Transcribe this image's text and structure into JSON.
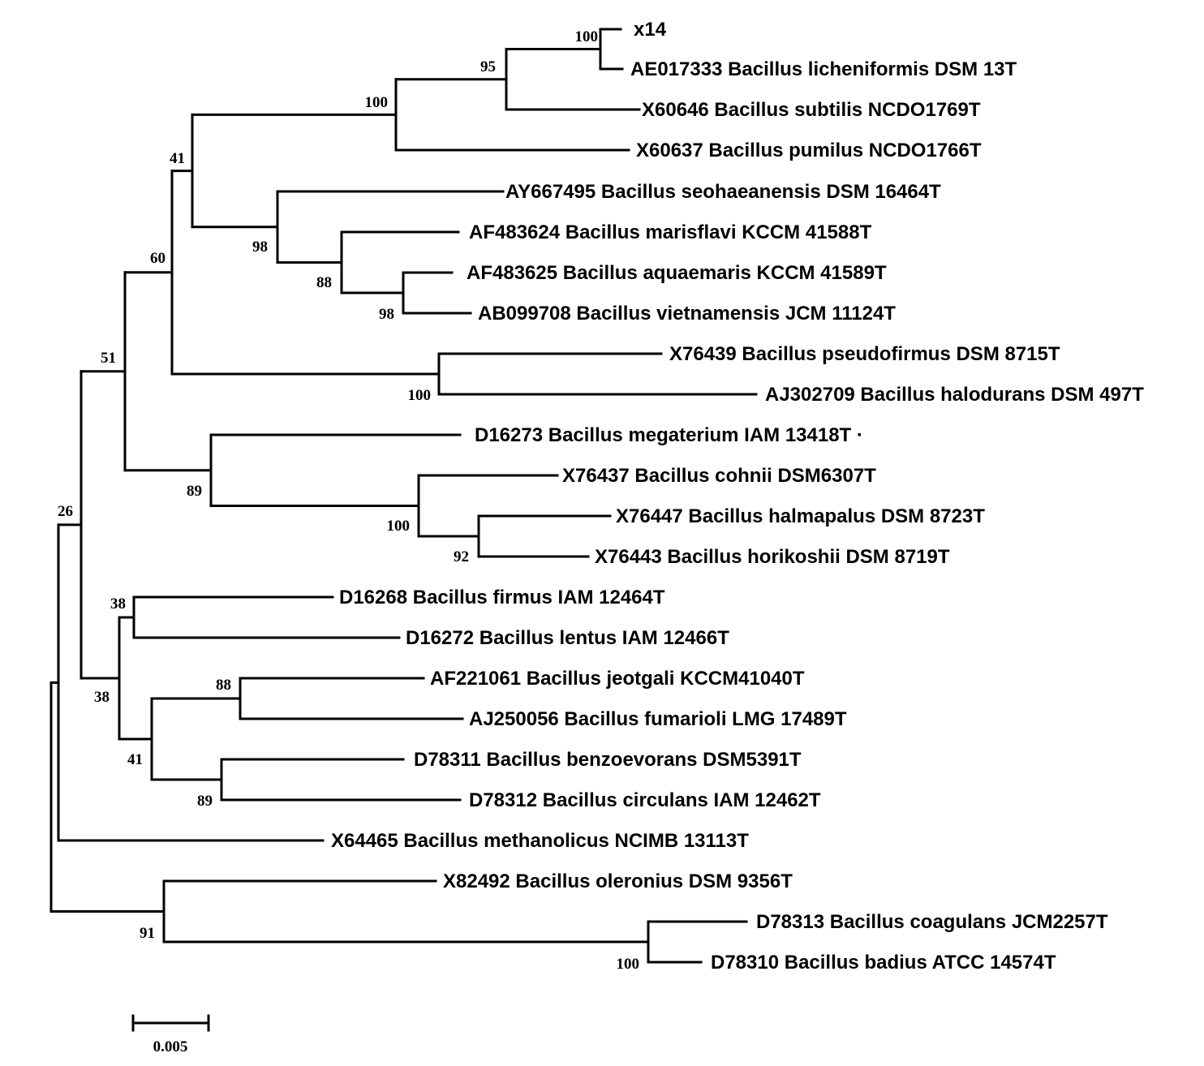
{
  "tree": {
    "leaves": [
      {
        "id": "t1",
        "label": "x14"
      },
      {
        "id": "t2",
        "label": "AE017333 Bacillus licheniformis DSM 13T"
      },
      {
        "id": "t3",
        "label": "X60646 Bacillus subtilis NCDO1769T"
      },
      {
        "id": "t4",
        "label": "X60637 Bacillus pumilus NCDO1766T"
      },
      {
        "id": "t5",
        "label": "AY667495 Bacillus seohaeanensis DSM 16464T"
      },
      {
        "id": "t6",
        "label": "AF483624 Bacillus marisflavi KCCM 41588T"
      },
      {
        "id": "t7",
        "label": "AF483625 Bacillus aquaemaris KCCM 41589T"
      },
      {
        "id": "t8",
        "label": "AB099708  Bacillus vietnamensis JCM 11124T"
      },
      {
        "id": "t9",
        "label": "X76439 Bacillus pseudofirmus DSM 8715T"
      },
      {
        "id": "t10",
        "label": "AJ302709 Bacillus halodurans DSM 497T"
      },
      {
        "id": "t11",
        "label": "D16273 Bacillus megaterium IAM 13418T ·"
      },
      {
        "id": "t12",
        "label": "X76437 Bacillus cohnii DSM6307T"
      },
      {
        "id": "t13",
        "label": "X76447 Bacillus halmapalus DSM 8723T"
      },
      {
        "id": "t14",
        "label": "X76443 Bacillus horikoshii DSM 8719T"
      },
      {
        "id": "t15",
        "label": "D16268 Bacillus firmus IAM 12464T"
      },
      {
        "id": "t16",
        "label": "D16272 Bacillus lentus IAM 12466T"
      },
      {
        "id": "t17",
        "label": "AF221061 Bacillus jeotgali KCCM41040T"
      },
      {
        "id": "t18",
        "label": "AJ250056 Bacillus fumarioli LMG 17489T"
      },
      {
        "id": "t19",
        "label": "D78311 Bacillus benzoevorans DSM5391T"
      },
      {
        "id": "t20",
        "label": "D78312 Bacillus circulans IAM 12462T"
      },
      {
        "id": "t21",
        "label": "X64465 Bacillus methanolicus NCIMB 13113T"
      },
      {
        "id": "t22",
        "label": "X82492 Bacillus oleronius DSM 9356T"
      },
      {
        "id": "t23",
        "label": "D78313 Bacillus coagulans JCM2257T"
      },
      {
        "id": "t24",
        "label": "D78310 Bacillus badius ATCC 14574T"
      }
    ],
    "nodes": [
      {
        "id": "nA",
        "support": "100"
      },
      {
        "id": "nB",
        "support": "95"
      },
      {
        "id": "nC",
        "support": "100"
      },
      {
        "id": "nD",
        "support": "98"
      },
      {
        "id": "nE",
        "support": "88"
      },
      {
        "id": "nF",
        "support": "98"
      },
      {
        "id": "nG",
        "support": "41"
      },
      {
        "id": "nH",
        "support": "100"
      },
      {
        "id": "nI",
        "support": "60"
      },
      {
        "id": "nJ",
        "support": "100"
      },
      {
        "id": "nK",
        "support": "92"
      },
      {
        "id": "nL",
        "support": "89"
      },
      {
        "id": "nM",
        "support": "51"
      },
      {
        "id": "nN",
        "support": "38"
      },
      {
        "id": "nO",
        "support": "88"
      },
      {
        "id": "nP",
        "support": "89"
      },
      {
        "id": "nQ",
        "support": "41"
      },
      {
        "id": "nR",
        "support": "38"
      },
      {
        "id": "nS",
        "support": "26"
      },
      {
        "id": "nT",
        "support": "100"
      },
      {
        "id": "nU",
        "support": "91"
      },
      {
        "id": "root",
        "support": ""
      }
    ]
  },
  "scale_bar": {
    "value": 0.005,
    "label": "0.005"
  }
}
